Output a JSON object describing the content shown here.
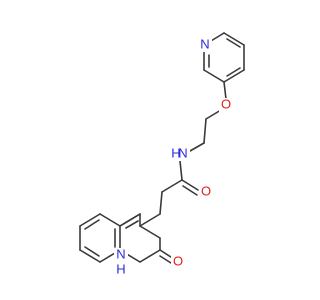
{
  "molecule": {
    "atoms": {
      "pyridine_n": {
        "symbol": "N",
        "color": "#2a2ae0"
      },
      "ether_o": {
        "symbol": "O",
        "color": "#e0201a"
      },
      "amide_n": {
        "symbol": "N",
        "color": "#2a2ae0"
      },
      "amide_h": {
        "symbol": "H",
        "color": "#2a2ae0"
      },
      "carbonyl_o": {
        "symbol": "O",
        "color": "#e0201a"
      },
      "lactam_o": {
        "symbol": "O",
        "color": "#e0201a"
      },
      "ring_nh": {
        "symbol": "N",
        "color": "#2a2ae0"
      },
      "ring_nh_h": {
        "symbol": "H",
        "color": "#2a2ae0"
      }
    },
    "bond_color": "#3a3a3a",
    "background_color": "#ffffff"
  }
}
